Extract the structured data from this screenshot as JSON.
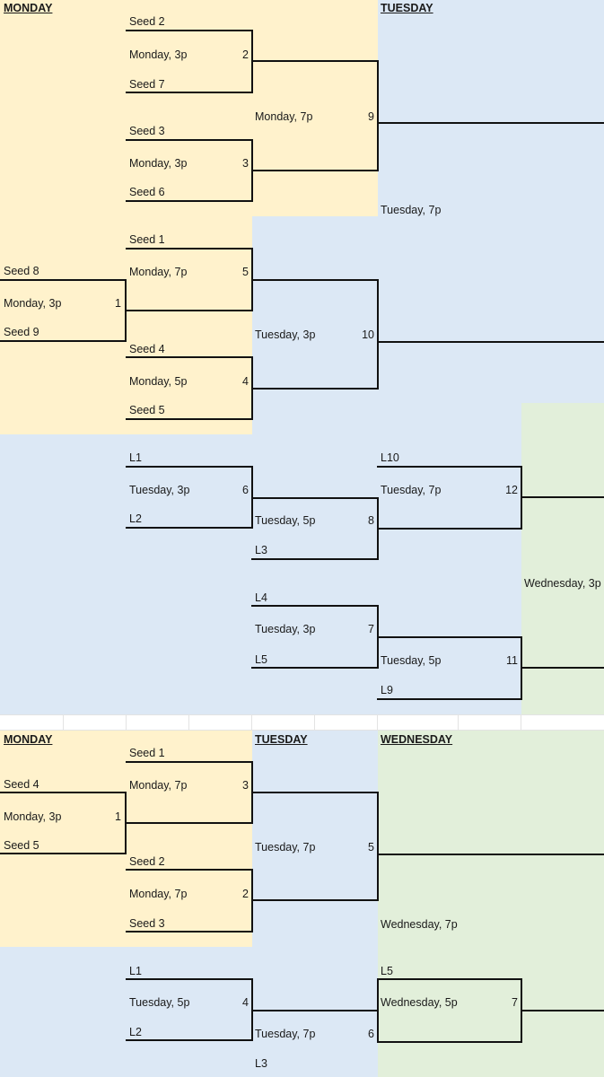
{
  "colors": {
    "monday_bg": "#fff2cc",
    "tuesday_bg": "#dce8f5",
    "wednesday_bg": "#e2efda",
    "line": "#111111",
    "grid": "#e3e3e3"
  },
  "bracket_1": {
    "headers": {
      "monday": "MONDAY",
      "tuesday": "TUESDAY"
    },
    "games": {
      "g2": {
        "top": "Seed 2",
        "time": "Monday, 3p",
        "num": "2",
        "bottom": "Seed 7"
      },
      "g3": {
        "top": "Seed 3",
        "time": "Monday, 3p",
        "num": "3",
        "bottom": "Seed 6"
      },
      "g9": {
        "time": "Monday, 7p",
        "num": "9"
      },
      "g1": {
        "top": "Seed 8",
        "time": "Monday, 3p",
        "num": "1",
        "bottom": "Seed 9"
      },
      "g5": {
        "top": "Seed 1",
        "time": "Monday, 7p",
        "num": "5"
      },
      "g4": {
        "top": "Seed 4",
        "time": "Monday, 5p",
        "num": "4",
        "bottom": "Seed 5"
      },
      "g10": {
        "time": "Tuesday, 3p",
        "num": "10"
      },
      "final": {
        "time": "Tuesday, 7p"
      },
      "g6": {
        "top": "L1",
        "time": "Tuesday, 3p",
        "num": "6",
        "bottom": "L2"
      },
      "g8": {
        "time": "Tuesday, 5p",
        "num": "8",
        "bottom": "L3"
      },
      "g12": {
        "top": "L10",
        "time": "Tuesday, 7p",
        "num": "12"
      },
      "g7": {
        "top": "L4",
        "time": "Tuesday, 3p",
        "num": "7",
        "bottom": "L5"
      },
      "g11": {
        "time": "Tuesday, 5p",
        "num": "11",
        "bottom": "L9"
      },
      "consolation_final": {
        "time": "Wednesday, 3p"
      }
    }
  },
  "bracket_2": {
    "headers": {
      "monday": "MONDAY",
      "tuesday": "TUESDAY",
      "wednesday": "WEDNESDAY"
    },
    "games": {
      "g1": {
        "top": "Seed 4",
        "time": "Monday, 3p",
        "num": "1",
        "bottom": "Seed 5"
      },
      "g3": {
        "top": "Seed 1",
        "time": "Monday, 7p",
        "num": "3"
      },
      "g2": {
        "top": "Seed 2",
        "time": "Monday, 7p",
        "num": "2",
        "bottom": "Seed 3"
      },
      "g5": {
        "time": "Tuesday, 7p",
        "num": "5"
      },
      "final": {
        "time": "Wednesday, 7p"
      },
      "g4": {
        "top": "L1",
        "time": "Tuesday, 5p",
        "num": "4",
        "bottom": "L2"
      },
      "g6": {
        "time": "Tuesday, 7p",
        "num": "6",
        "bottom": "L3"
      },
      "g7": {
        "top": "L5",
        "time": "Wednesday, 5p",
        "num": "7"
      }
    }
  }
}
